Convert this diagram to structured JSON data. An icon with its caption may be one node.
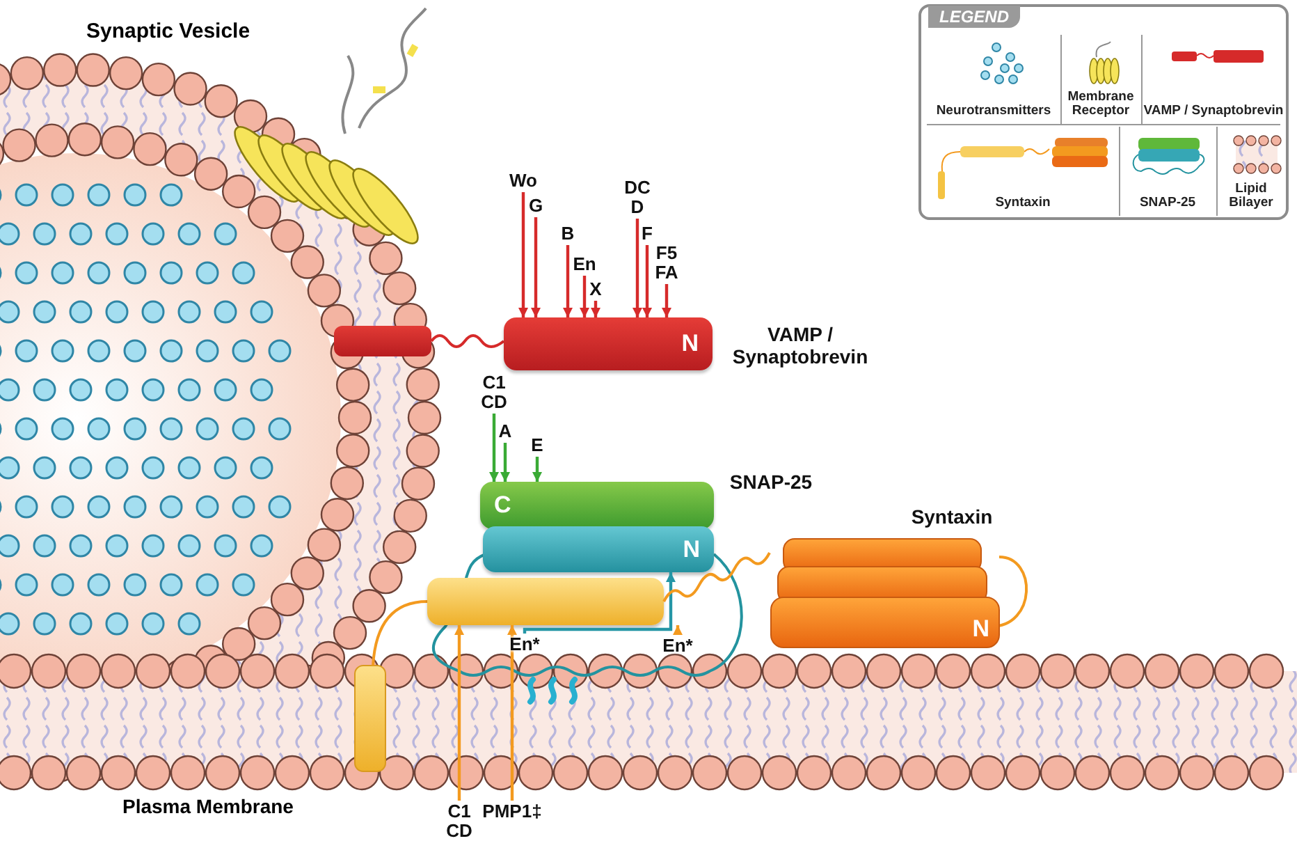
{
  "diagram": {
    "nodes": [
      {
        "text": [
          "N"
        ],
        "beside": [
          "VAMP / Synaptobrevin"
        ]
      },
      {
        "text": [
          "C"
        ],
        "beside": [
          "SNAP-25"
        ]
      },
      {
        "text": [
          "N"
        ]
      },
      {
        "text": [
          "N"
        ],
        "beside": [
          "Syntaxin"
        ]
      },
      {
        "text": [],
        "shape": "bar"
      },
      {
        "text": [
          "Wo"
        ]
      },
      {
        "text": [
          "G"
        ]
      },
      {
        "text": [
          "B"
        ]
      },
      {
        "text": [
          "En"
        ]
      },
      {
        "text": [
          "X"
        ]
      },
      {
        "text": [
          "DC D"
        ]
      },
      {
        "text": [
          "F"
        ]
      },
      {
        "text": [
          "F5 FA"
        ]
      },
      {
        "text": [
          "C1 CD"
        ]
      },
      {
        "text": [
          "A"
        ]
      },
      {
        "text": [
          "E"
        ]
      },
      {
        "text": [
          "En*"
        ]
      },
      {
        "text": [
          "En*"
        ]
      },
      {
        "text": [
          "C1 CD"
        ]
      },
      {
        "text": [
          "PMP1‡"
        ]
      }
    ],
    "edges": [
      {
        "from": 5,
        "to": 0,
        "arrow": "to"
      },
      {
        "from": 6,
        "to": 0,
        "arrow": "to"
      },
      {
        "from": 7,
        "to": 0,
        "arrow": "to"
      },
      {
        "from": 8,
        "to": 0,
        "arrow": "to"
      },
      {
        "from": 9,
        "to": 0,
        "arrow": "to"
      },
      {
        "from": 10,
        "to": 0,
        "arrow": "to"
      },
      {
        "from": 11,
        "to": 0,
        "arrow": "to"
      },
      {
        "from": 12,
        "to": 0,
        "arrow": "to"
      },
      {
        "from": 13,
        "to": 1,
        "arrow": "to",
        "color": "#3aaa35"
      },
      {
        "from": 14,
        "to": 1,
        "arrow": "to",
        "color": "#3aaa35"
      },
      {
        "from": 15,
        "to": 1,
        "arrow": "to",
        "color": "#3aaa35"
      },
      {
        "from": 16,
        "to": 2,
        "arrow": "to",
        "color": "#2596a6"
      },
      {
        "from": 17,
        "to": 4,
        "arrow": "to",
        "color": "#f39a1f"
      },
      {
        "from": 18,
        "to": 4,
        "arrow": "to",
        "color": "#f39a1f"
      },
      {
        "from": 19,
        "to": 4,
        "arrow": "to",
        "color": "#f39a1f"
      },
      {
        "from": 4,
        "to": 3,
        "arrow": "none",
        "color": "#f39a1f"
      }
    ],
    "labels": [
      "Synaptic Vesicle",
      "LEGEND",
      "Plasma Membrane"
    ],
    "legend": [
      {
        "text": "Neurotransmitters"
      },
      {
        "text": "Membrane Receptor"
      },
      {
        "text": "VAMP / Synaptobrevin"
      },
      {
        "text": "Syntaxin"
      },
      {
        "text": "SNAP-25"
      },
      {
        "text": "Lipid Bilayer"
      }
    ]
  }
}
